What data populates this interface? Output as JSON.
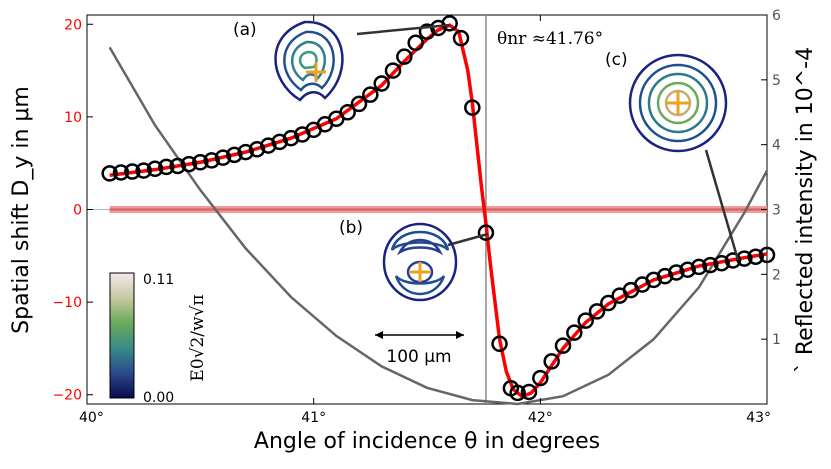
{
  "chart_data": {
    "type": "line",
    "title": "",
    "xlabel": "Angle of incidence θ in degrees",
    "ylabel_left": "Spatial shift D_y in μm",
    "ylabel_right": "` Reflected intensity in 10^-4",
    "xlim": [
      40,
      43
    ],
    "ylim_left": [
      -21,
      21
    ],
    "ylim_right": [
      0,
      6
    ],
    "x_tick_labels": [
      "40°",
      "41°",
      "42°",
      "43°"
    ],
    "x_ticks": [
      40,
      41,
      42,
      43
    ],
    "y_left_ticks": [
      -20,
      -10,
      0,
      10,
      20
    ],
    "y_left_tick_labels": [
      "−20",
      "−10",
      "0",
      "10",
      "20"
    ],
    "y_right_ticks": [
      1,
      2,
      3,
      4,
      5,
      6
    ],
    "y_right_tick_labels": [
      "1",
      "2",
      "3",
      "4",
      "5",
      "6"
    ],
    "grid": false,
    "colors": {
      "shift_curve": "#ff0000",
      "markers": "#000000",
      "intensity_curve": "#666666",
      "left_axis": "#ff0000",
      "right_axis": "#555555",
      "zero_band": "#f29999"
    },
    "series": [
      {
        "type": "scatter",
        "axis": "left",
        "x": [
          40.1,
          40.15,
          40.2,
          40.25,
          40.3,
          40.35,
          40.4,
          40.45,
          40.5,
          40.55,
          40.6,
          40.65,
          40.7,
          40.75,
          40.8,
          40.85,
          40.9,
          40.95,
          41.0,
          41.05,
          41.1,
          41.15,
          41.2,
          41.25,
          41.3,
          41.35,
          41.4,
          41.45,
          41.5,
          41.55,
          41.6,
          41.65,
          41.7,
          41.76,
          41.82,
          41.87,
          41.9,
          41.95,
          42.0,
          42.05,
          42.1,
          42.15,
          42.2,
          42.25,
          42.3,
          42.35,
          42.4,
          42.45,
          42.5,
          42.55,
          42.6,
          42.65,
          42.7,
          42.75,
          42.8,
          42.85,
          42.9,
          42.95,
          43.0
        ],
        "y": [
          3.9,
          4.0,
          4.1,
          4.2,
          4.4,
          4.6,
          4.7,
          4.9,
          5.1,
          5.3,
          5.6,
          5.9,
          6.2,
          6.5,
          6.9,
          7.3,
          7.7,
          8.1,
          8.6,
          9.2,
          9.8,
          10.5,
          11.4,
          12.4,
          13.6,
          15.0,
          16.5,
          18.0,
          19.2,
          19.6,
          20.1,
          18.5,
          11.0,
          -2.5,
          -14.5,
          -19.3,
          -19.8,
          -19.7,
          -18.2,
          -16.4,
          -14.7,
          -13.3,
          -12.0,
          -11.0,
          -10.1,
          -9.3,
          -8.7,
          -8.1,
          -7.6,
          -7.2,
          -6.8,
          -6.5,
          -6.2,
          -6.0,
          -5.8,
          -5.5,
          -5.3,
          -5.1,
          -4.9
        ]
      },
      {
        "type": "line",
        "axis": "left",
        "x": [
          40.1,
          40.3,
          40.5,
          40.7,
          40.9,
          41.1,
          41.3,
          41.4,
          41.5,
          41.55,
          41.6,
          41.64,
          41.68,
          41.7,
          41.72,
          41.74,
          41.76,
          41.78,
          41.8,
          41.82,
          41.85,
          41.88,
          41.92,
          41.96,
          42.0,
          42.1,
          42.2,
          42.3,
          42.5,
          42.7,
          42.9,
          43.0
        ],
        "y": [
          3.7,
          4.3,
          5.1,
          6.2,
          7.7,
          9.8,
          13.4,
          16.0,
          18.4,
          19.4,
          19.9,
          19.2,
          15.0,
          11.5,
          7.0,
          2.5,
          -1.5,
          -6.0,
          -10.0,
          -14.0,
          -17.5,
          -19.4,
          -20.2,
          -19.8,
          -18.7,
          -15.0,
          -12.2,
          -10.2,
          -7.6,
          -6.1,
          -5.2,
          -4.8
        ]
      },
      {
        "type": "line",
        "axis": "right",
        "x": [
          40.1,
          40.3,
          40.5,
          40.7,
          40.9,
          41.1,
          41.3,
          41.5,
          41.7,
          41.9,
          42.1,
          42.3,
          42.5,
          42.7,
          42.9,
          43.0
        ],
        "y": [
          5.5,
          4.3,
          3.3,
          2.4,
          1.65,
          1.05,
          0.58,
          0.25,
          0.06,
          0.0,
          0.12,
          0.45,
          1.0,
          1.8,
          2.95,
          3.6
        ]
      },
      {
        "type": "band",
        "axis": "left",
        "x": [
          40.1,
          43.0
        ],
        "y": [
          0,
          0
        ]
      }
    ],
    "vline": {
      "x": 41.76,
      "label": "θnr ≈41.76°"
    },
    "annotations": [
      {
        "label": "(a)",
        "x": 41.6,
        "y": 20.1
      },
      {
        "label": "(b)",
        "x": 41.76,
        "y": -2.5
      },
      {
        "label": "(c)",
        "x": 42.85,
        "y": -5.5
      }
    ],
    "scale_bar_label": "100 μm",
    "colorbar": {
      "label": "E0√2/w√π",
      "min_label": "0.00",
      "max_label": "0.11"
    }
  }
}
